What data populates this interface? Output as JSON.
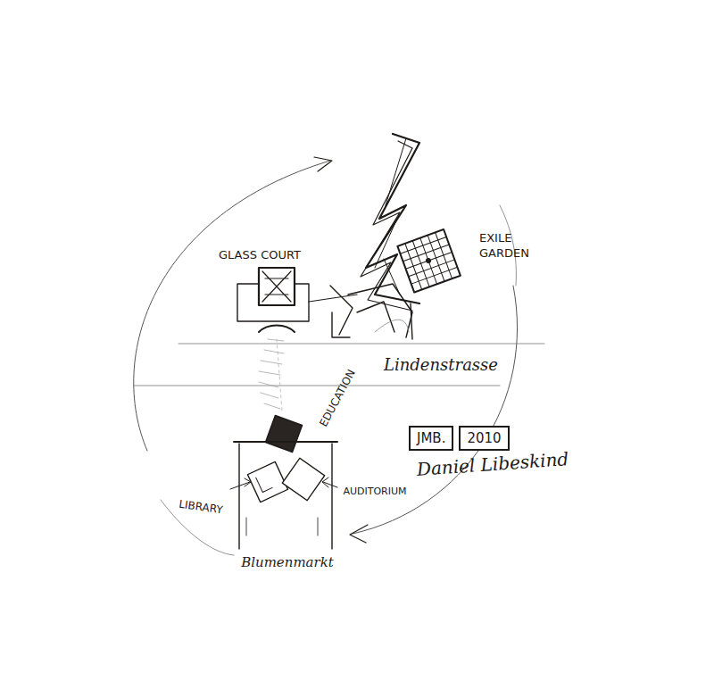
{
  "diagram": {
    "nodes": [
      {
        "text": [
          "JMB."
        ]
      },
      {
        "text": [
          "2010"
        ]
      }
    ],
    "labels": [
      "GLASS COURT",
      "EXILE GARDEN",
      "Lindenstrasse",
      "EDUCATION",
      "LIBRARY",
      "AUDITORIUM",
      "Blumenmarkt",
      "Daniel Libeskind"
    ]
  }
}
